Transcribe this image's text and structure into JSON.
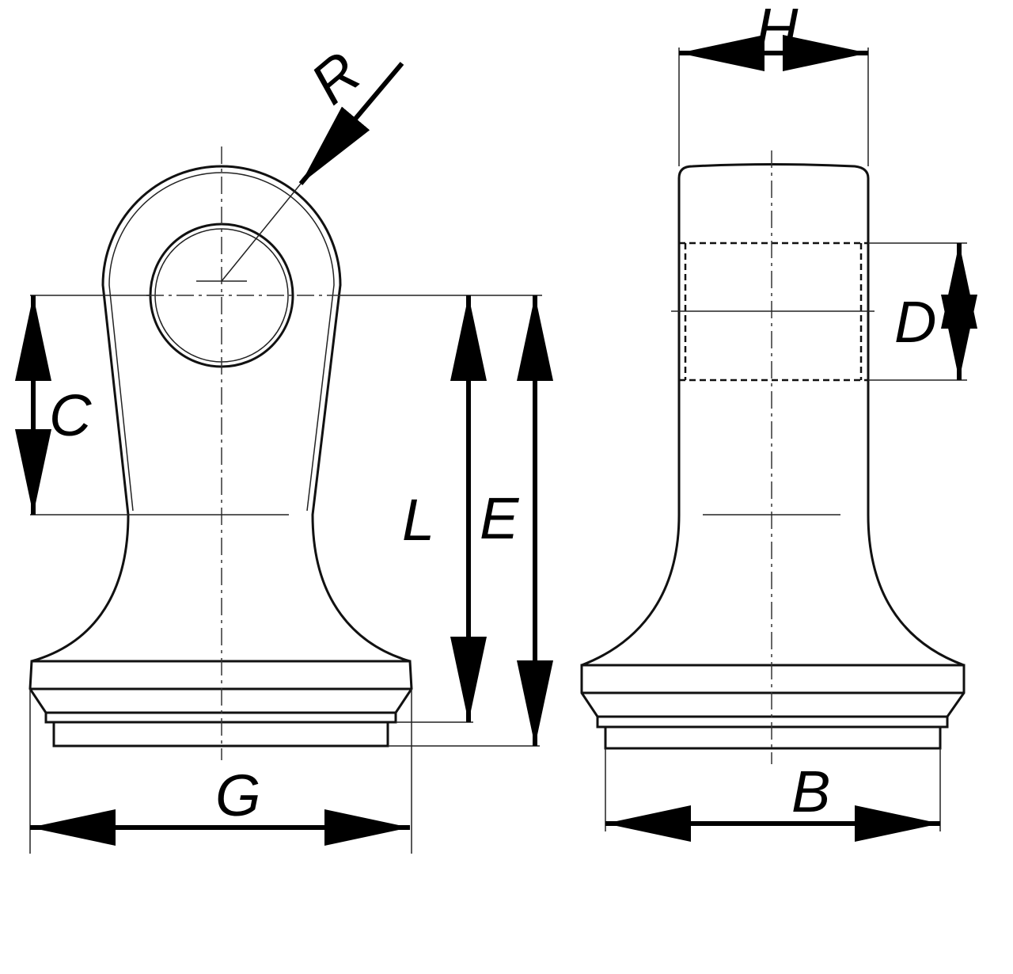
{
  "labels": {
    "R": "R",
    "H": "H",
    "D": "D",
    "C": "C",
    "L": "L",
    "E": "E",
    "G": "G",
    "B": "B"
  }
}
